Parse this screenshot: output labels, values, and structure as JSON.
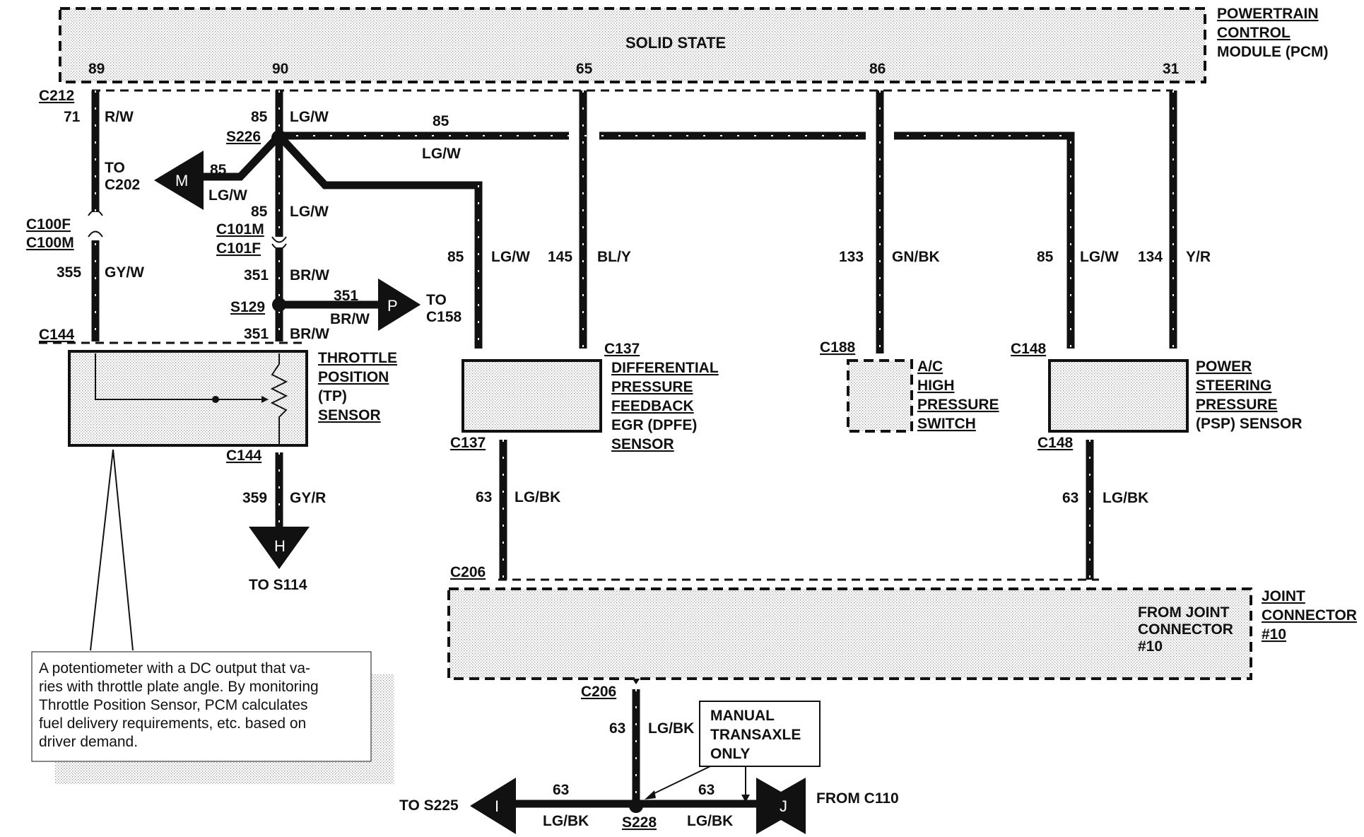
{
  "module": {
    "state": "SOLID STATE",
    "name_lines": [
      "POWERTRAIN",
      "CONTROL",
      "MODULE (PCM)"
    ],
    "pins": [
      "89",
      "90",
      "65",
      "86",
      "31"
    ]
  },
  "connectors": {
    "c212": "C212",
    "c202_to": "TO",
    "c202": "C202",
    "c100f": "C100F",
    "c100m": "C100M",
    "c144_top": "C144",
    "c144_bot": "C144",
    "s226": "S226",
    "c101m": "C101M",
    "c101f": "C101F",
    "s129": "S129",
    "c137_top": "C137",
    "c137_bot": "C137",
    "c188": "C188",
    "c148_top": "C148",
    "c148_bot": "C148",
    "c206_top": "C206",
    "c206_bot": "C206",
    "s228": "S228"
  },
  "wires": {
    "w71": "71",
    "rw": "R/W",
    "w355": "355",
    "gyw": "GY/W",
    "w85a": "85",
    "lgw_a": "LG/W",
    "w85_top": "85",
    "lgw_top": "LG/W",
    "w85_m": "85",
    "lgw_m": "LG/W",
    "w85_b": "85",
    "lgw_b": "LG/W",
    "w351a": "351",
    "brw_a": "BR/W",
    "w351_p": "351",
    "brw_p": "BR/W",
    "w351b": "351",
    "brw_b": "BR/W",
    "w359": "359",
    "gyr": "GY/R",
    "w85_d": "85",
    "lgw_d": "LG/W",
    "w145": "145",
    "bly": "BL/Y",
    "w133": "133",
    "gnbk": "GN/BK",
    "w85_e": "85",
    "lgw_e": "LG/W",
    "w134": "134",
    "yr": "Y/R",
    "w63_a": "63",
    "lgbk_a": "LG/BK",
    "w63_b": "63",
    "lgbk_b": "LG/BK",
    "w63_c": "63",
    "lgbk_c": "LG/BK",
    "w63_i": "63",
    "lgbk_i": "LG/BK",
    "w63_j": "63",
    "lgbk_j": "LG/BK"
  },
  "components": {
    "tp": [
      "THROTTLE",
      "POSITION",
      "(TP)",
      "SENSOR"
    ],
    "dpfe": [
      "DIFFERENTIAL",
      "PRESSURE",
      "FEEDBACK",
      "EGR (DPFE)",
      "SENSOR"
    ],
    "ac": [
      "A/C",
      "HIGH",
      "PRESSURE",
      "SWITCH"
    ],
    "psp": [
      "POWER",
      "STEERING",
      "PRESSURE",
      "(PSP) SENSOR"
    ],
    "joint": [
      "JOINT",
      "CONNECTOR",
      "#10"
    ],
    "joint_from": [
      "FROM JOINT",
      "CONNECTOR",
      "#10"
    ]
  },
  "refs": {
    "m": "M",
    "p": "P",
    "p_to": [
      "TO",
      "C158"
    ],
    "h": "H",
    "h_to": "TO S114",
    "i": "I",
    "i_to": "TO S225",
    "j": "J",
    "j_from": "FROM C110"
  },
  "manual_box": [
    "MANUAL",
    "TRANSAXLE",
    "ONLY"
  ],
  "note": [
    "A potentiometer with a DC output that va-",
    "ries with throttle plate angle. By monitoring",
    "Throttle Position Sensor, PCM calculates",
    "fuel delivery requirements, etc. based on",
    "driver demand."
  ]
}
